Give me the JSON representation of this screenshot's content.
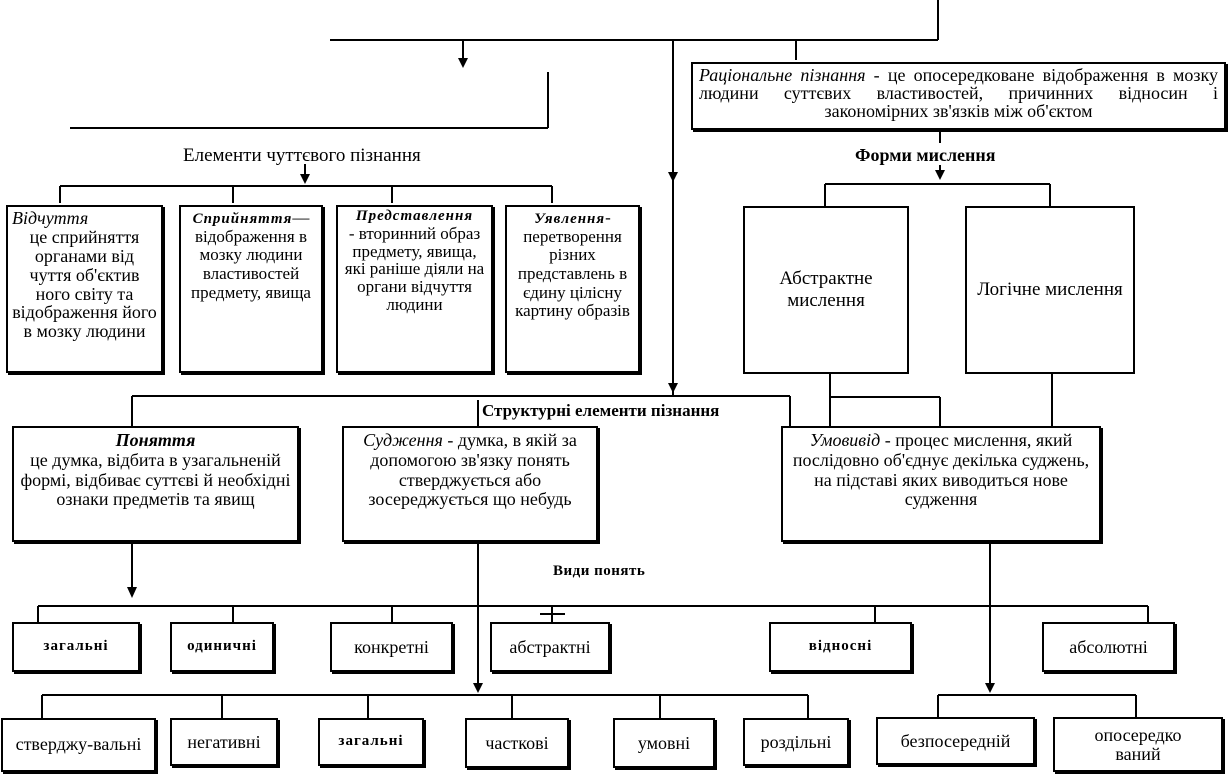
{
  "top": {
    "rational": {
      "title": "Раціональне пізнання",
      "text": " - це опосередковане відображення в мозку людини суттєвих властивостей, причинних відносин і закономірних зв'язків між об'єктом"
    }
  },
  "sensory": {
    "header": "Елементи чуттєвого пізнання",
    "items": [
      {
        "title": "Відчуття",
        "text": "це сприйняття органами від чуття об'єктив ного світу та відображення його в мозку людини"
      },
      {
        "title": "Сприйняття",
        "text": "—відображення в мозку людини властивостей предмету, явища"
      },
      {
        "title": "Представлення",
        "text": "- вторинний образ предмету, явища, які раніше діяли на органи відчуття людини"
      },
      {
        "title": "Уявлення",
        "text": "- перетворення різних представлень в єдину цілісну картину образів"
      }
    ]
  },
  "thinking": {
    "header": "Форми мислення",
    "abstract": "Абстрактне мислення",
    "logical": "Логічне мислення"
  },
  "structural": {
    "header": "Структурні елементи пізнання",
    "concept": {
      "title": "Поняття",
      "text": "це думка, відбита в узагальненій формі, відбиває суттєві й необхідні ознаки предметів та явищ"
    },
    "judgment": {
      "title": "Судження",
      "text": " - думка, в якій за допомогою зв'язку понять стверджується або зосереджується що небудь"
    },
    "inference": {
      "title": "Умовивід",
      "text": " - процес мислення, який послідовно об'єднує декілька суджень, на підставі яких виводиться нове судження"
    }
  },
  "concept_types": {
    "header": "Види понять",
    "items": [
      "загальні",
      "одиничні",
      "конкретні",
      "абстрактні",
      "відносні",
      "абсолютні"
    ]
  },
  "judgment_types": [
    "стверджу-вальні",
    "негативні",
    "загальні",
    "часткові",
    "умовні",
    "роздільні"
  ],
  "inference_types": [
    "безпосередній",
    "опосередко ваний"
  ]
}
